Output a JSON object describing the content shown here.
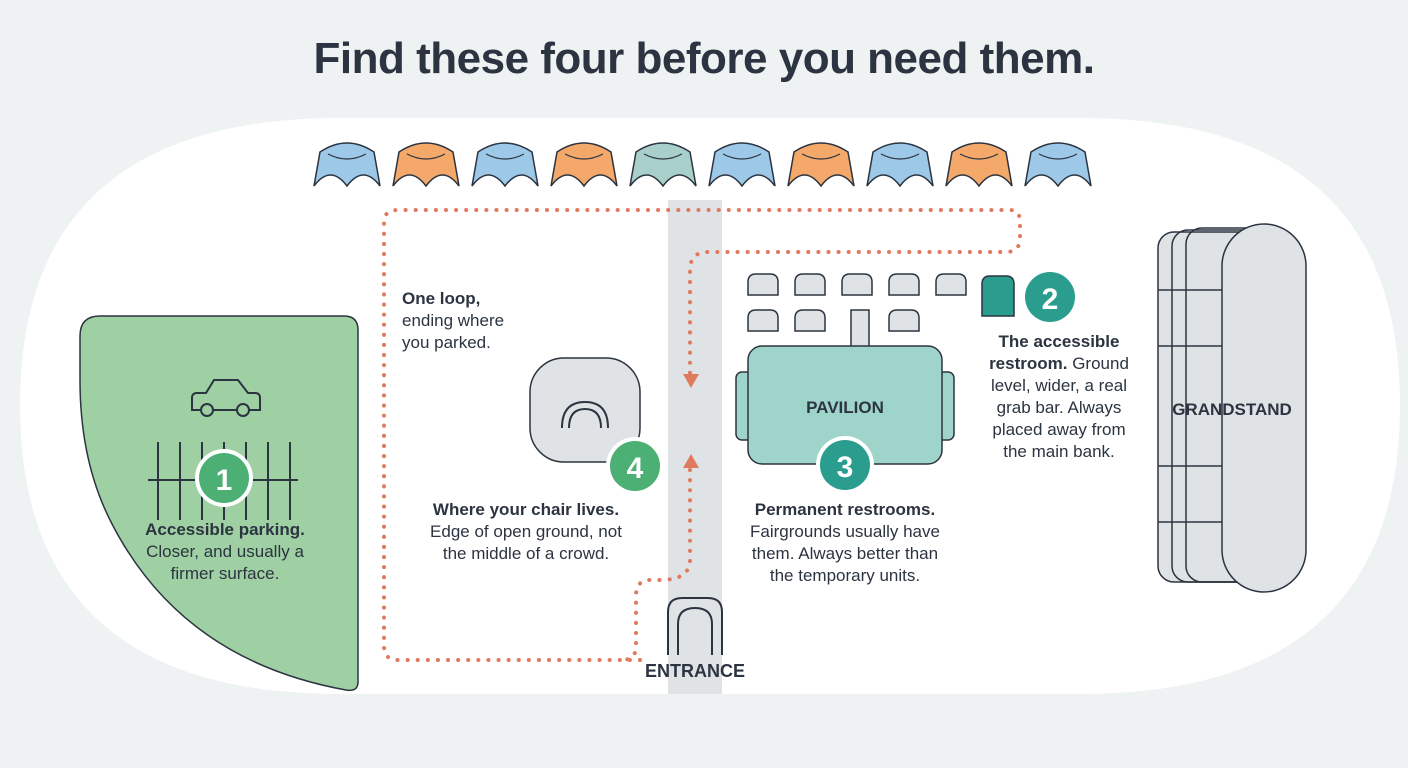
{
  "title": "Find these four before you need them.",
  "labels": {
    "pavilion": "PAVILION",
    "grandstand": "GRANDSTAND",
    "entrance": "ENTRANCE"
  },
  "markers": [
    "1",
    "2",
    "3",
    "4"
  ],
  "captions": {
    "loop": {
      "head": "One loop,",
      "body1": "ending where",
      "body2": "you parked."
    },
    "parking": {
      "head": "Accessible parking.",
      "body1": "Closer, and usually a",
      "body2": "firmer surface."
    },
    "restroom": {
      "head1": "The accessible",
      "head2": "restroom.",
      "body0": " Ground",
      "body1": "level, wider, a real",
      "body2": "grab bar. Always",
      "body3": "placed away from",
      "body4": "the main bank."
    },
    "chair": {
      "head": "Where your chair lives.",
      "body1": "Edge of open ground, not",
      "body2": "the middle of a crowd."
    },
    "permanent": {
      "head": "Permanent restrooms.",
      "body1": "Fairgrounds usually have",
      "body2": "them. Always better than",
      "body3": "the temporary units."
    }
  },
  "colors": {
    "green_marker": "#4caf74",
    "teal_marker": "#2a9d8f",
    "parking_fill": "#9fd0a4",
    "pavilion_fill": "#9fd4cb",
    "path": "#e07a5f",
    "tent_blue": "#9dc8e8",
    "tent_orange": "#f4a86a",
    "tent_teal": "#a8cfc9"
  },
  "tents": [
    "blue",
    "orange",
    "blue",
    "orange",
    "teal",
    "blue",
    "orange",
    "blue",
    "orange",
    "blue"
  ]
}
